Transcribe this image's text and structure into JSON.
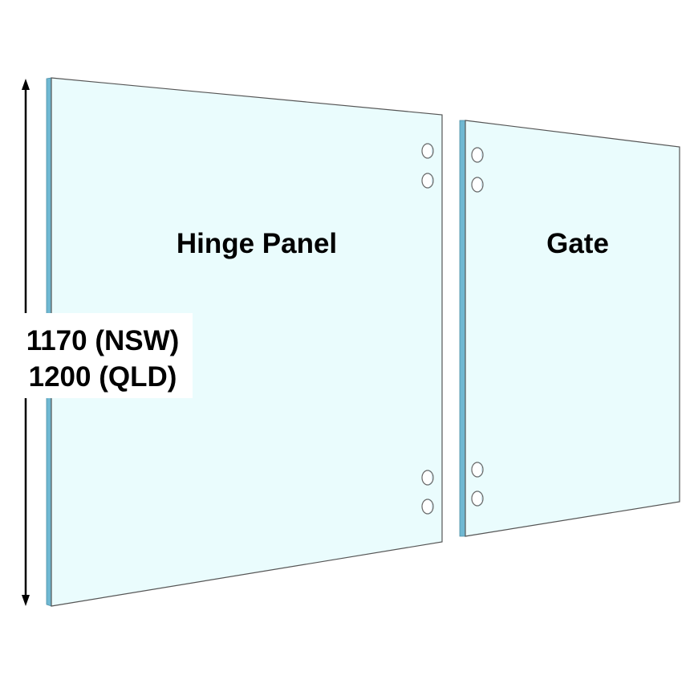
{
  "panels": {
    "hinge_panel_label": "Hinge Panel",
    "gate_label": "Gate"
  },
  "dimension": {
    "line1": "1170 (NSW)",
    "line2": "1200 (QLD)"
  },
  "colors": {
    "glass_face": "#eafcfd",
    "glass_edge": "#6fb8d2",
    "outline": "#555555"
  }
}
